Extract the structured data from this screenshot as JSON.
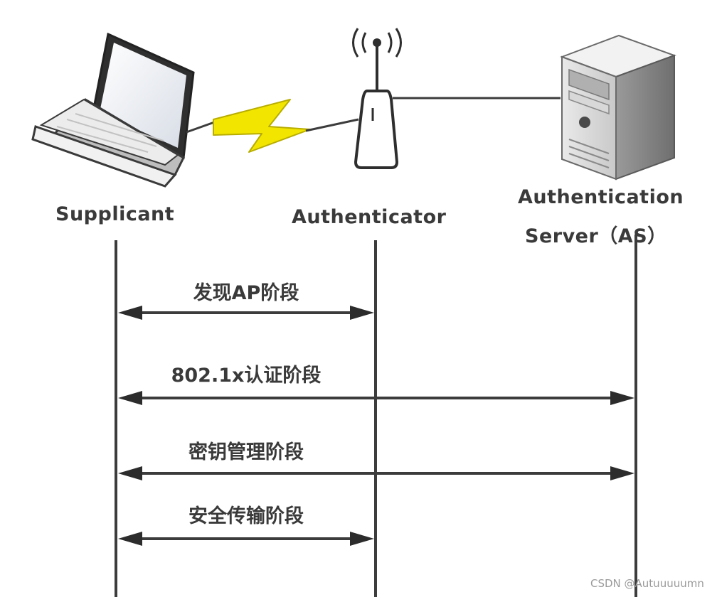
{
  "nodes": {
    "supplicant": {
      "label": "Supplicant"
    },
    "authenticator": {
      "label": "Authenticator"
    },
    "server": {
      "label_line1": "Authentication",
      "label_line2": "Server（AS）"
    }
  },
  "phases": [
    {
      "label": "发现AP阶段",
      "from": "supplicant",
      "to": "authenticator"
    },
    {
      "label": "802.1x认证阶段",
      "from": "supplicant",
      "to": "server"
    },
    {
      "label": "密钥管理阶段",
      "from": "supplicant",
      "to": "server"
    },
    {
      "label": "安全传输阶段",
      "from": "supplicant",
      "to": "authenticator"
    }
  ],
  "watermark": "CSDN @Autuuuuumn",
  "colors": {
    "line": "#3c3c3c",
    "lightning": "#f2e600",
    "lightning_outline": "#b8ad00",
    "text": "#3a3a3a"
  },
  "icons": {
    "supplicant": "laptop-icon",
    "authenticator": "access-point-icon",
    "server": "server-tower-icon",
    "link": "lightning-bolt-icon"
  }
}
